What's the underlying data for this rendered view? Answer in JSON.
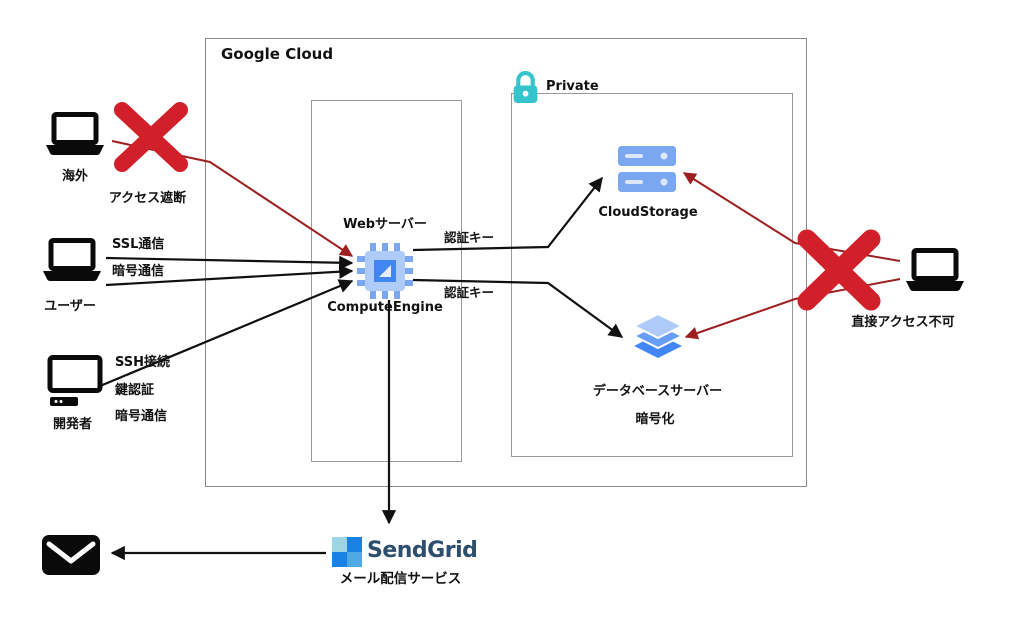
{
  "cloud": {
    "label": "Google Cloud",
    "private_label": "Private",
    "compute": {
      "role_label": "Webサーバー",
      "name_label": "ComputeEngine"
    },
    "storage": {
      "name_label": "CloudStorage"
    },
    "database": {
      "name_label": "データベースサーバー",
      "note_label": "暗号化"
    }
  },
  "connections": {
    "auth_key_top": "認証キー",
    "auth_key_bottom": "認証キー"
  },
  "actors": {
    "overseas": {
      "label": "海外",
      "blocked_label": "アクセス遮断"
    },
    "user": {
      "label": "ユーザー",
      "conn_label_1": "SSL通信",
      "conn_label_2": "暗号通信"
    },
    "developer": {
      "label": "開発者",
      "conn_label_1": "SSH接続",
      "conn_label_2": "鍵認証",
      "conn_label_3": "暗号通信"
    },
    "external": {
      "blocked_label": "直接アクセス不可"
    }
  },
  "mail": {
    "brand": "SendGrid",
    "service_label": "メール配信サービス"
  },
  "colors": {
    "blocked_x": "#d1202a",
    "blocked_line": "#9e1f1f",
    "private_lock": "#35c4cc",
    "gcp_icon_light": "#aecbfa",
    "gcp_icon_mid": "#7ba7f0",
    "gcp_icon_dark": "#4285f4",
    "sendgrid_light": "#51A9E3",
    "sendgrid_dark": "#1A82E2",
    "sendgrid_text": "#2e4e6e"
  }
}
